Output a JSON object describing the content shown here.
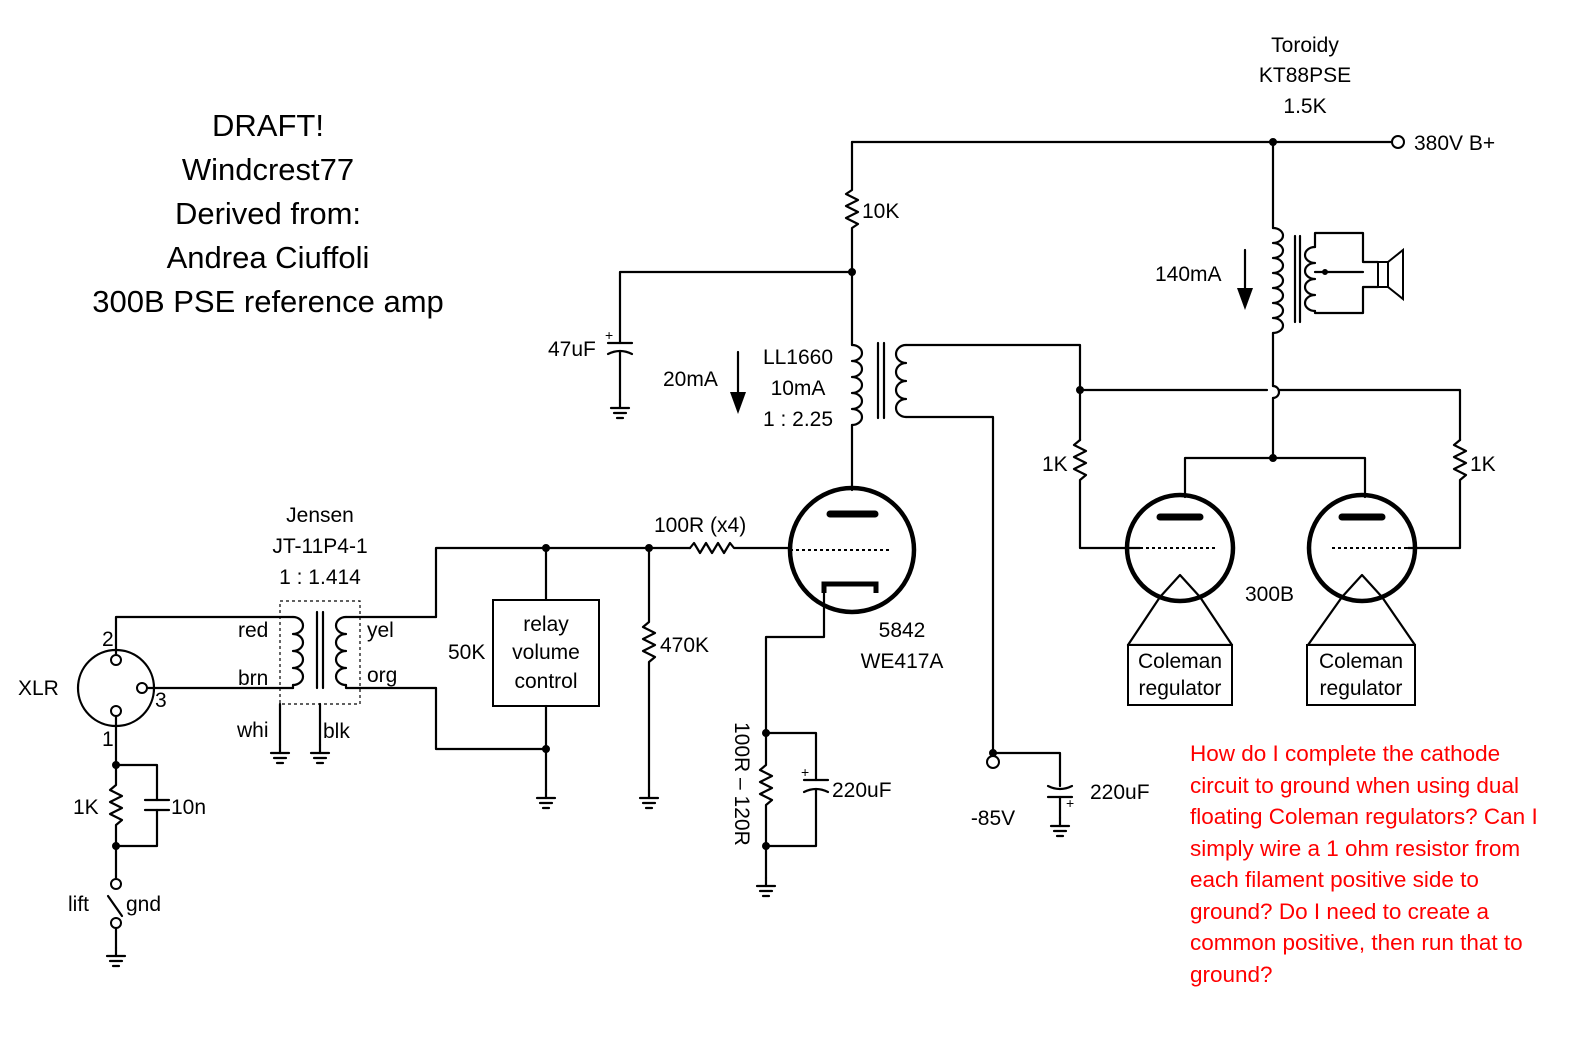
{
  "title_block": {
    "line1": "DRAFT!",
    "line2": "Windcrest77",
    "line3": "Derived from:",
    "line4": "Andrea Ciuffoli",
    "line5": "300B PSE reference amp"
  },
  "output_transformer": {
    "line1": "Toroidy",
    "line2": "KT88PSE",
    "line3": "1.5K"
  },
  "supply_label": "380V B+",
  "resistor_10k": "10K",
  "output_current": "140mA",
  "cap_47uf": "47uF",
  "interstage": {
    "line1": "LL1660",
    "line2": "10mA",
    "line3": "1 : 2.25"
  },
  "driver_current": "20mA",
  "grid_r_left": "1K",
  "grid_r_right": "1K",
  "input_transformer": {
    "line1": "Jensen",
    "line2": "JT-11P4-1",
    "line3": "1 : 1.414"
  },
  "grid_stopper": "100R (x4)",
  "wire_labels": {
    "red": "red",
    "yel": "yel",
    "brn": "brn",
    "org": "org",
    "whi": "whi",
    "blk": "blk"
  },
  "pot_label": "50K",
  "relay_box": {
    "line1": "relay",
    "line2": "volume",
    "line3": "control"
  },
  "resistor_470k": "470K",
  "driver_tube": {
    "line1": "5842",
    "line2": "WE417A"
  },
  "output_tube": "300B",
  "regulator": {
    "line1": "Coleman",
    "line2": "regulator"
  },
  "xlr": {
    "label": "XLR",
    "pin1": "1",
    "pin2": "2",
    "pin3": "3"
  },
  "ground_r": "1K",
  "ground_c": "10n",
  "switch": {
    "lift": "lift",
    "gnd": "gnd"
  },
  "cathode_r": "100R – 120R",
  "cathode_c": "220uF",
  "bias_voltage": "-85V",
  "bias_cap": "220uF",
  "question": "How do I complete the cathode circuit to ground when using dual floating Coleman regulators? Can I simply wire a 1 ohm resistor from each filament positive side to ground? Do I need to create a common positive, then run that to ground?",
  "colors": {
    "question_text": "#ff0000",
    "lines": "#000000"
  }
}
